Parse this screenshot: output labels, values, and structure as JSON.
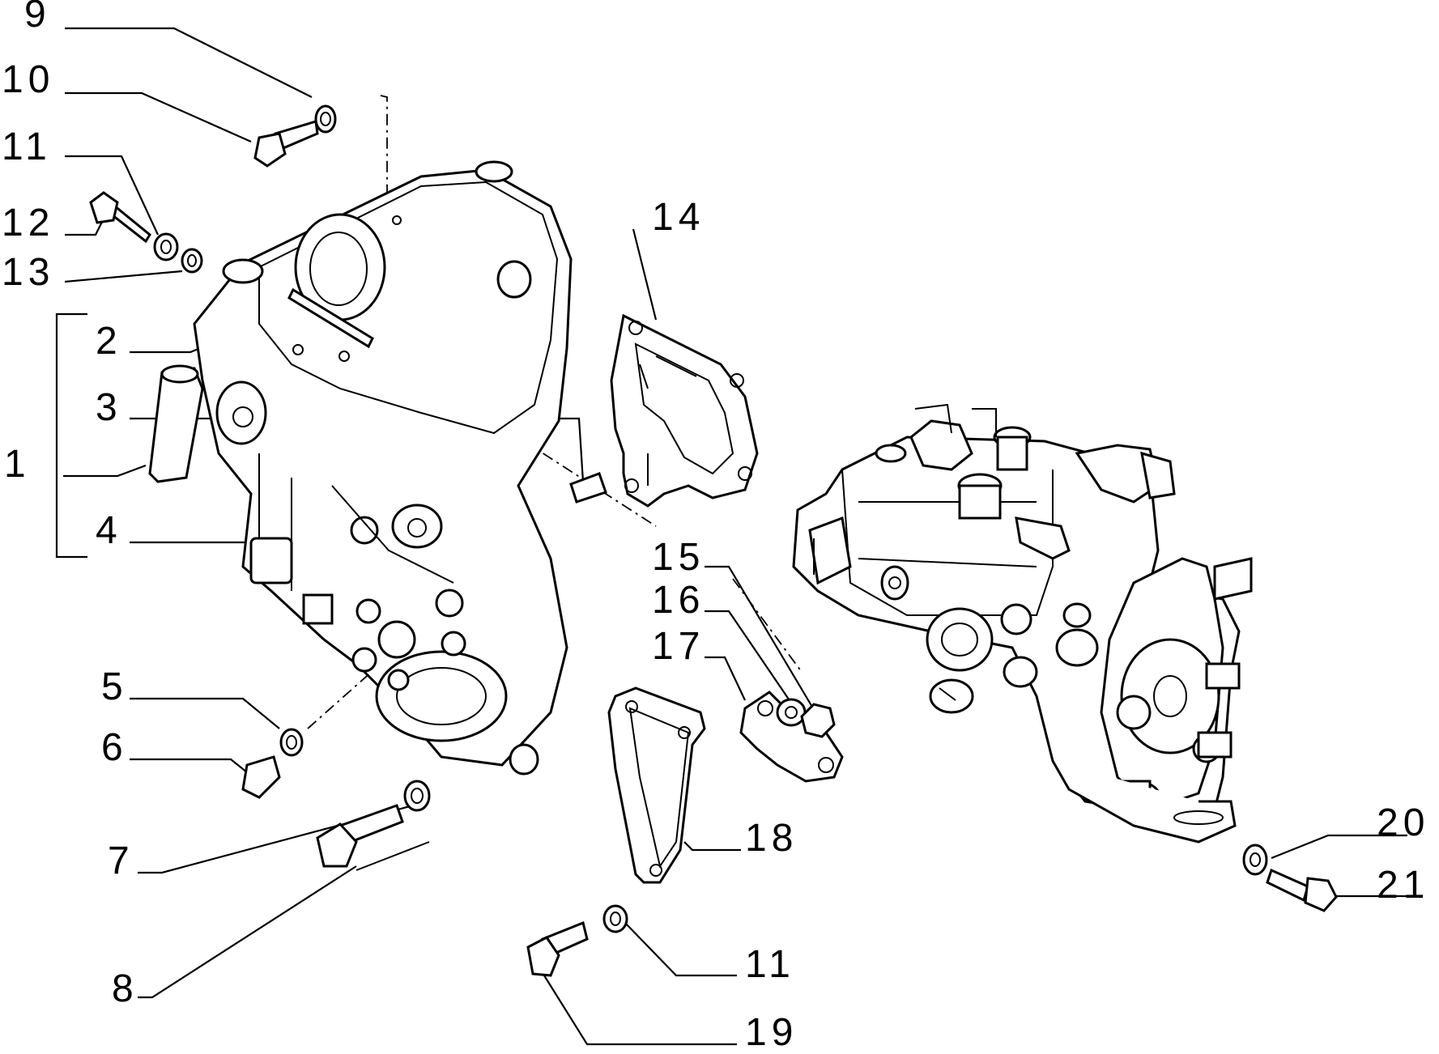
{
  "callouts": [
    {
      "id": "c9",
      "text": "9"
    },
    {
      "id": "c10",
      "text": "10"
    },
    {
      "id": "c11a",
      "text": "11"
    },
    {
      "id": "c12",
      "text": "12"
    },
    {
      "id": "c13",
      "text": "13"
    },
    {
      "id": "c2",
      "text": "2"
    },
    {
      "id": "c3",
      "text": "3"
    },
    {
      "id": "c1",
      "text": "1"
    },
    {
      "id": "c4",
      "text": "4"
    },
    {
      "id": "c5",
      "text": "5"
    },
    {
      "id": "c6",
      "text": "6"
    },
    {
      "id": "c7",
      "text": "7"
    },
    {
      "id": "c8",
      "text": "8"
    },
    {
      "id": "c14",
      "text": "14"
    },
    {
      "id": "c15",
      "text": "15"
    },
    {
      "id": "c16",
      "text": "16"
    },
    {
      "id": "c17",
      "text": "17"
    },
    {
      "id": "c18",
      "text": "18"
    },
    {
      "id": "c11b",
      "text": "11"
    },
    {
      "id": "c19",
      "text": "19"
    },
    {
      "id": "c20",
      "text": "20"
    },
    {
      "id": "c21",
      "text": "21"
    }
  ]
}
